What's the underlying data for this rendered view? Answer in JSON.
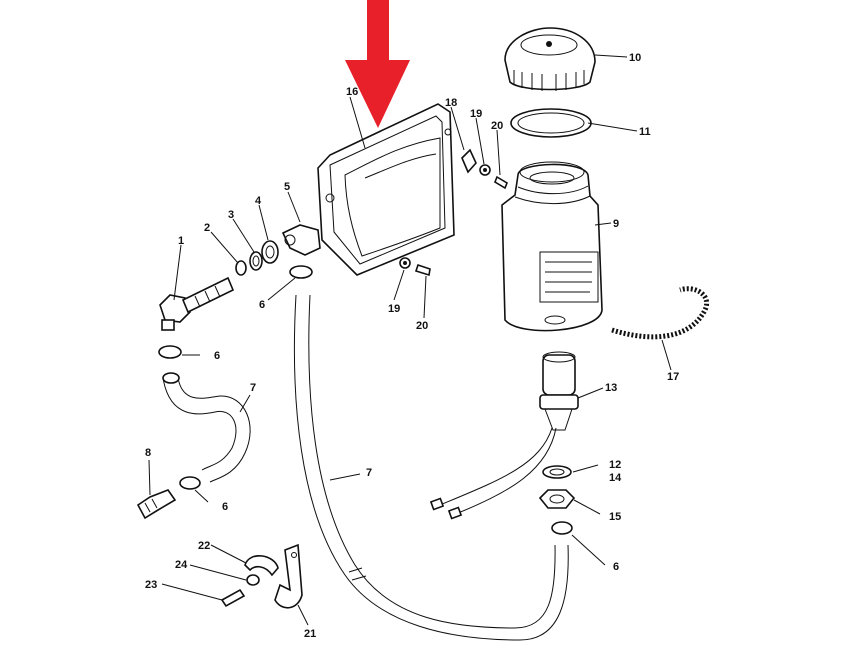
{
  "diagram": {
    "pointer_arrow_color": "#e8202a",
    "callouts": {
      "c1": "1",
      "c2": "2",
      "c3": "3",
      "c4": "4",
      "c5": "5",
      "c6a": "6",
      "c6b": "6",
      "c6c": "6",
      "c6d": "6",
      "c7a": "7",
      "c7b": "7",
      "c8": "8",
      "c9": "9",
      "c10": "10",
      "c11": "11",
      "c12": "12",
      "c13": "13",
      "c14": "14",
      "c15": "15",
      "c16": "16",
      "c17": "17",
      "c18": "18",
      "c19a": "19",
      "c19b": "19",
      "c20a": "20",
      "c20b": "20",
      "c21": "21",
      "c22": "22",
      "c23": "23",
      "c24": "24"
    }
  }
}
